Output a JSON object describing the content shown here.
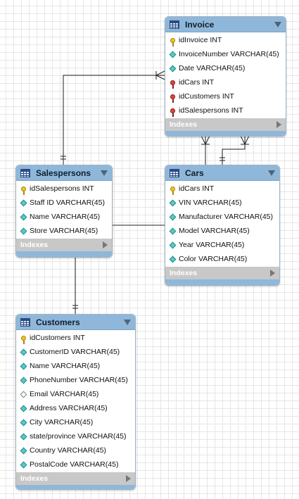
{
  "diagram": {
    "indexes_label": "Indexes",
    "entities": [
      {
        "id": "invoice",
        "title": "Invoice",
        "columns": [
          {
            "icon": "primary-key-icon",
            "text": "idInvoice INT"
          },
          {
            "icon": "column-icon",
            "text": "InvoiceNumber VARCHAR(45)"
          },
          {
            "icon": "column-icon",
            "text": "Date VARCHAR(45)"
          },
          {
            "icon": "foreign-key-icon",
            "text": "idCars INT"
          },
          {
            "icon": "foreign-key-icon",
            "text": "idCustomers INT"
          },
          {
            "icon": "foreign-key-icon",
            "text": "idSalespersons INT"
          }
        ]
      },
      {
        "id": "salespersons",
        "title": "Salespersons",
        "columns": [
          {
            "icon": "primary-key-icon",
            "text": "idSalespersons INT"
          },
          {
            "icon": "column-icon",
            "text": "Staff ID VARCHAR(45)"
          },
          {
            "icon": "column-icon",
            "text": "Name VARCHAR(45)"
          },
          {
            "icon": "column-icon",
            "text": "Store VARCHAR(45)"
          }
        ]
      },
      {
        "id": "cars",
        "title": "Cars",
        "columns": [
          {
            "icon": "primary-key-icon",
            "text": "idCars INT"
          },
          {
            "icon": "column-icon",
            "text": "VIN VARCHAR(45)"
          },
          {
            "icon": "column-icon",
            "text": "Manufacturer VARCHAR(45)"
          },
          {
            "icon": "column-icon",
            "text": "Model VARCHAR(45)"
          },
          {
            "icon": "column-icon",
            "text": "Year VARCHAR(45)"
          },
          {
            "icon": "column-icon",
            "text": "Color VARCHAR(45)"
          }
        ]
      },
      {
        "id": "customers",
        "title": "Customers",
        "columns": [
          {
            "icon": "primary-key-icon",
            "text": "idCustomers INT"
          },
          {
            "icon": "column-icon",
            "text": "CustomerID VARCHAR(45)"
          },
          {
            "icon": "column-icon",
            "text": "Name VARCHAR(45)"
          },
          {
            "icon": "column-icon",
            "text": "PhoneNumber VARCHAR(45)"
          },
          {
            "icon": "nullable-column-icon",
            "text": "Email VARCHAR(45)"
          },
          {
            "icon": "column-icon",
            "text": "Address VARCHAR(45)"
          },
          {
            "icon": "column-icon",
            "text": "City VARCHAR(45)"
          },
          {
            "icon": "column-icon",
            "text": "state/province VARCHAR(45)"
          },
          {
            "icon": "column-icon",
            "text": "Country VARCHAR(45)"
          },
          {
            "icon": "column-icon",
            "text": "PostalCode VARCHAR(45)"
          }
        ]
      }
    ],
    "relationships": [
      {
        "from": "salespersons",
        "to": "invoice",
        "type": "one-to-many"
      },
      {
        "from": "cars",
        "to": "invoice",
        "type": "one-to-many"
      },
      {
        "from": "salespersons",
        "to": "customers",
        "type": "one-to-one"
      },
      {
        "from": "salespersons",
        "to": "cars",
        "type": "line"
      }
    ]
  }
}
